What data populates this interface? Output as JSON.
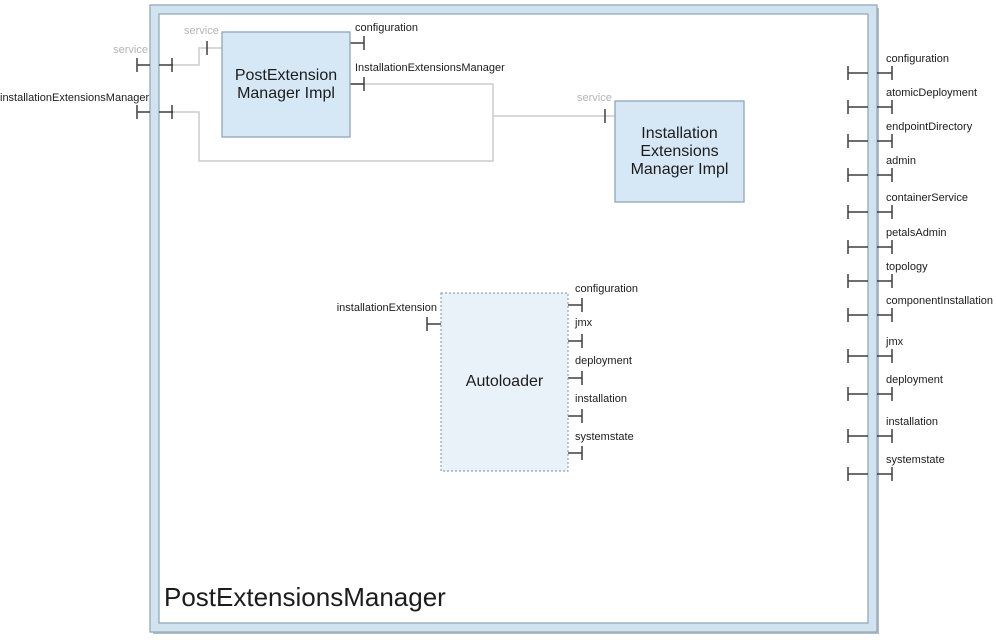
{
  "frame": {
    "title": "PostExtensionsManager"
  },
  "left_ports": {
    "service": "service",
    "installation_extensions_manager": "installationExtensionsManager"
  },
  "right_ports": [
    "configuration",
    "atomicDeployment",
    "endpointDirectory",
    "admin",
    "containerService",
    "petalsAdmin",
    "topology",
    "componentInstallation",
    "jmx",
    "deployment",
    "installation",
    "systemstate"
  ],
  "components": {
    "post_extension_manager_impl": {
      "name": "PostExtension Manager Impl",
      "ports": {
        "service": "service",
        "configuration": "configuration",
        "installation_extensions_manager": "InstallationExtensionsManager"
      }
    },
    "installation_extensions_manager_impl": {
      "name": "Installation Extensions Manager Impl",
      "ports": {
        "service": "service"
      }
    },
    "autoloader": {
      "name": "Autoloader",
      "ports": {
        "installation_extension": "installationExtension",
        "right": [
          "configuration",
          "jmx",
          "deployment",
          "installation",
          "systemstate"
        ]
      }
    }
  },
  "colors": {
    "frame_fill": "#d2e3f0",
    "frame_stroke": "#92a9bc",
    "component_fill": "#d6e8f5",
    "component_stroke": "#8ea6ba",
    "autoloader_fill": "#e9f1f9",
    "wire": "#cccccc",
    "port_marker": "#3f3f3f",
    "gray_label": "#b5b5b5",
    "text": "#1c1c1c"
  }
}
